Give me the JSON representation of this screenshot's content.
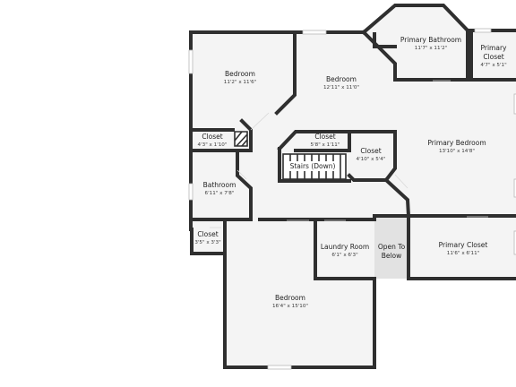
{
  "rooms": {
    "bedroom_nw": {
      "name": "Bedroom",
      "dim": "11'2\" x 11'6\""
    },
    "bedroom_north": {
      "name": "Bedroom",
      "dim": "12'11\" x 11'0\""
    },
    "primary_bathroom": {
      "name": "Primary Bathroom",
      "dim": "11'7\" x 11'2\""
    },
    "primary_closet": {
      "name_line1": "Primary",
      "name_line2": "Closet",
      "dim": "4'7\" x 5'1\""
    },
    "closet_nw": {
      "name": "Closet",
      "dim": "4'3\" x 1'10\""
    },
    "closet_center": {
      "name": "Closet",
      "dim": "5'8\" x 1'11\""
    },
    "closet_east": {
      "name": "Closet",
      "dim": "4'10\" x 5'4\""
    },
    "primary_bedroom": {
      "name": "Primary Bedroom",
      "dim": "13'10\" x 14'8\""
    },
    "stairs": {
      "name": "Stairs (Down)"
    },
    "bathroom": {
      "name": "Bathroom",
      "dim": "6'11\" x 7'8\""
    },
    "closet_sw": {
      "name": "Closet",
      "dim": "3'5\" x 3'3\""
    },
    "laundry_room": {
      "name": "Laundry Room",
      "dim": "6'1\" x 6'3\""
    },
    "open_to_below": {
      "name_line1": "Open To",
      "name_line2": "Below"
    },
    "primary_closet_2": {
      "name": "Primary Closet",
      "dim": "11'6\" x 6'11\""
    },
    "bedroom_south": {
      "name": "Bedroom",
      "dim": "16'4\" x 15'10\""
    }
  },
  "colors": {
    "wall": "#2f2f2f",
    "floor": "#f4f4f4",
    "open_to_below": "#e2e2e2",
    "background": "#ffffff"
  }
}
